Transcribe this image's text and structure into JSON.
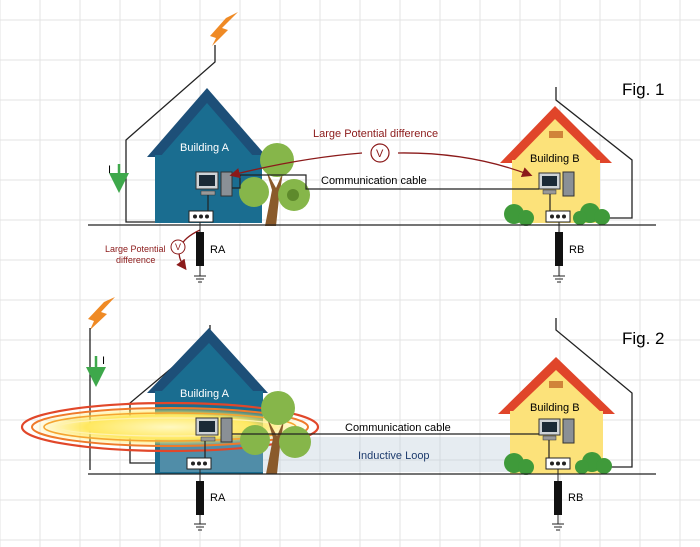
{
  "fig1": {
    "title": "Fig. 1",
    "building_a": "Building A",
    "building_b": "Building B",
    "potential_label": "Large Potential difference",
    "voltage_symbol": "V",
    "cable_label": "Communication cable",
    "current_symbol": "I",
    "ground_potential_line1": "Large Potential",
    "ground_potential_line2": "difference",
    "resistor_a": "RA",
    "resistor_b": "RB"
  },
  "fig2": {
    "title": "Fig. 2",
    "building_a": "Building A",
    "building_b": "Building B",
    "cable_label": "Communication cable",
    "loop_label": "Inductive Loop",
    "current_symbol": "I",
    "resistor_a": "RA",
    "resistor_b": "RB"
  },
  "colors": {
    "building_a_wall": "#1a6d90",
    "building_a_roof": "#1d4f78",
    "building_b_wall": "#fce27a",
    "building_b_roof": "#e0452a",
    "tree": "#86b64a",
    "lightning": "#ef8a25",
    "arrow_red": "#8b1a1a",
    "current_arrow": "#3ea84b"
  },
  "icons": [
    "lightning-bolt-icon",
    "computer-icon",
    "tree-icon",
    "bush-icon",
    "ground-icon",
    "voltmeter-icon"
  ]
}
